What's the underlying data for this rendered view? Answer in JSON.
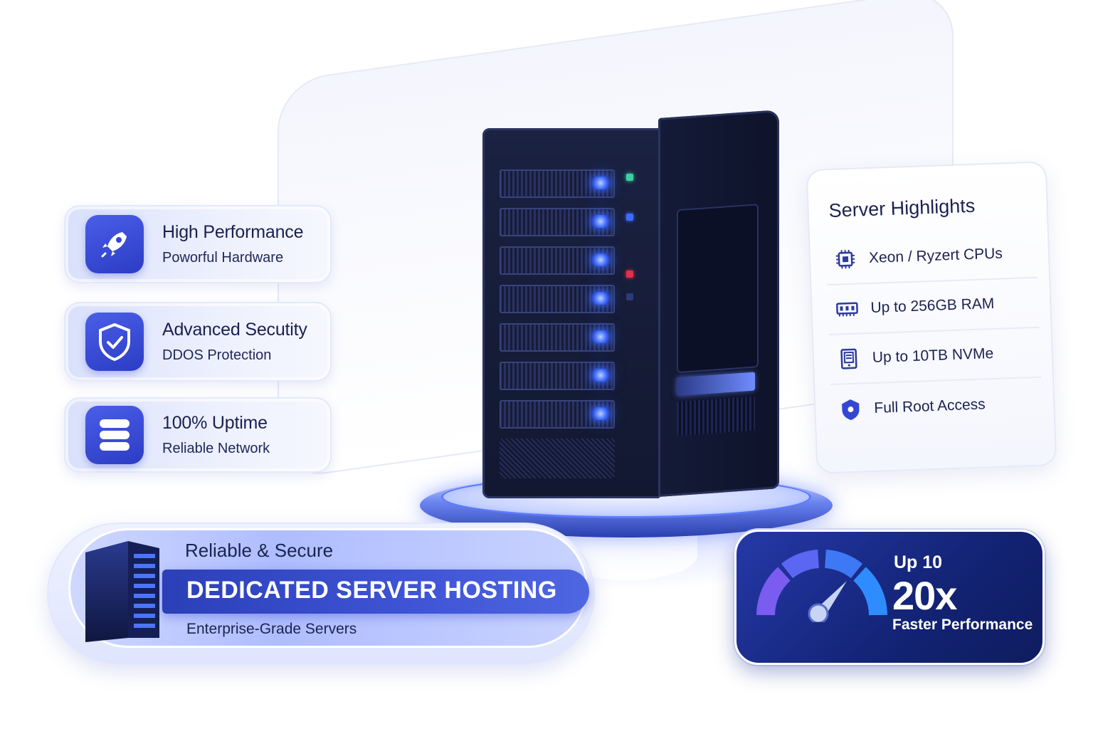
{
  "features": [
    {
      "title": "High Performance",
      "subtitle": "Poworful Hardware",
      "icon": "rocket-icon"
    },
    {
      "title": "Advanced Secutity",
      "subtitle": "DDOS Protection",
      "icon": "shield-check-icon"
    },
    {
      "title": "100% Uptime",
      "subtitle": "Reliable Network",
      "icon": "database-icon"
    }
  ],
  "highlights": {
    "title": "Server Highlights",
    "items": [
      {
        "label": "Xeon / Ryzert CPUs",
        "icon": "cpu-icon"
      },
      {
        "label": "Up to 256GB RAM",
        "icon": "ram-icon"
      },
      {
        "label": "Up to 10TB NVMe",
        "icon": "storage-icon"
      },
      {
        "label": "Full Root Access",
        "icon": "shield-icon"
      }
    ]
  },
  "banner": {
    "eyebrow": "Reliable & Secure",
    "title": "DEDICATED SERVER HOSTING",
    "subtitle": "Enterprise-Grade Servers"
  },
  "performance": {
    "prefix": "Up 10",
    "value": "20x",
    "label": "Faster Performance"
  },
  "colors": {
    "accent": "#3a4fd6",
    "navy": "#132375",
    "text": "#1b2350",
    "led": "#3e6bff"
  }
}
